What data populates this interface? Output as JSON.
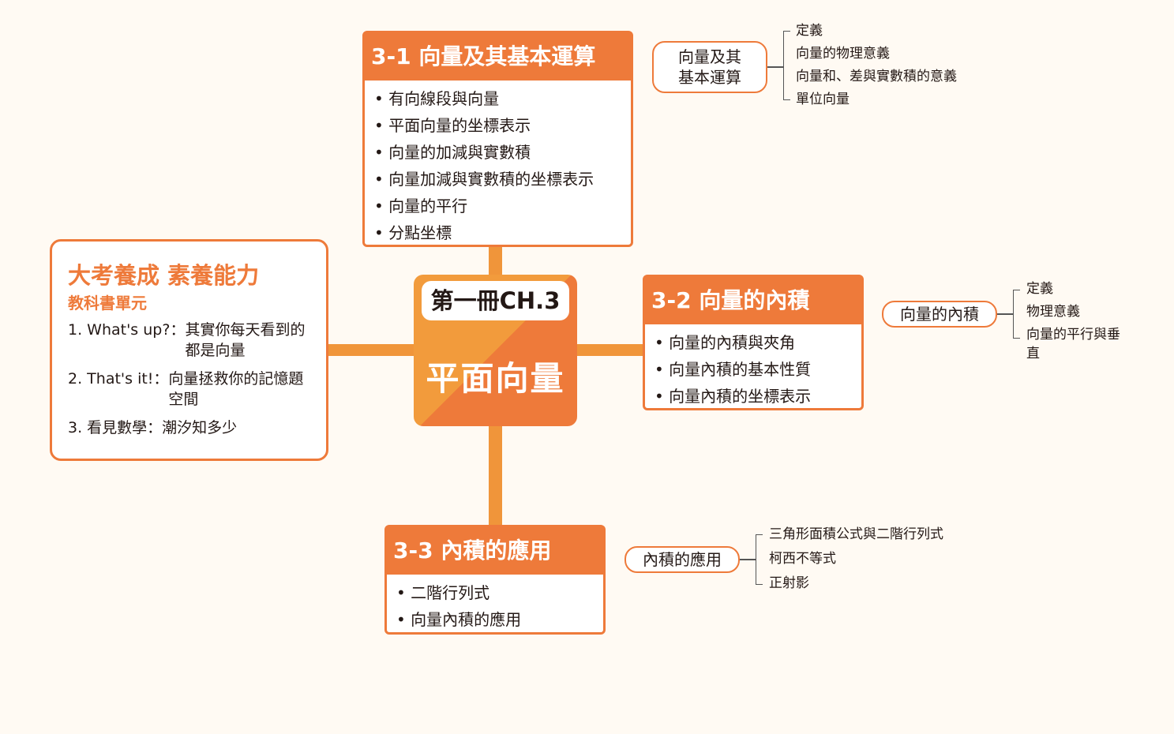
{
  "center": {
    "volume": "第一冊CH.3",
    "title": "平面向量"
  },
  "section1": {
    "title": "3-1 向量及其基本運算",
    "items": [
      "有向線段與向量",
      "平面向量的坐標表示",
      "向量的加減與實數積",
      "向量加減與實數積的坐標表示",
      "向量的平行",
      "分點坐標"
    ],
    "summary": "向量及其基本運算",
    "details": [
      "定義",
      "向量的物理意義",
      "向量和、差與實數積的意義",
      "單位向量"
    ]
  },
  "section2": {
    "title": "3-2 向量的內積",
    "items": [
      "向量的內積與夾角",
      "向量內積的基本性質",
      "向量內積的坐標表示"
    ],
    "summary": "向量的內積",
    "details": [
      "定義",
      "物理意義",
      "向量的平行與垂直"
    ]
  },
  "section3": {
    "title": "3-3 內積的應用",
    "items": [
      "二階行列式",
      "向量內積的應用"
    ],
    "summary": "內積的應用",
    "details": [
      "三角形面積公式與二階行列式",
      "柯西不等式",
      "正射影"
    ]
  },
  "side": {
    "title": "大考養成 素養能力",
    "subtitle": "教科書單元",
    "items": [
      {
        "label": "1. What's up?：",
        "text": "其實你每天看到的都是向量"
      },
      {
        "label": "2. That's it!：",
        "text": "向量拯救你的記憶題空間"
      },
      {
        "label": "3. 看見數學：",
        "text": "潮汐知多少"
      }
    ]
  },
  "colors": {
    "accent": "#ee7a3a",
    "accent_light": "#f29b3c",
    "background": "#fffaf3"
  }
}
